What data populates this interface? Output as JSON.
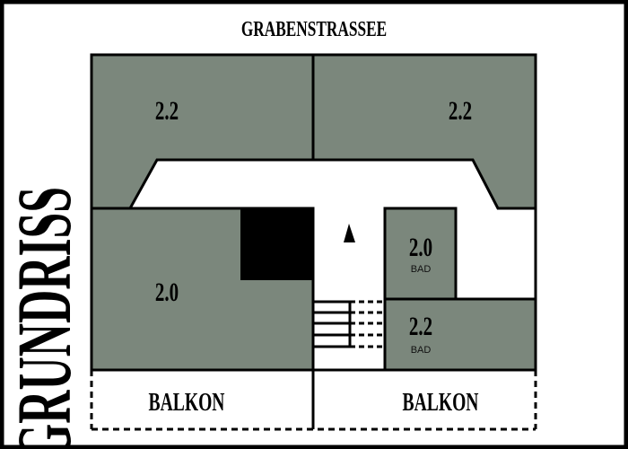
{
  "title": "GRABENSTRASSEE",
  "side_title": "GRUNDRISS",
  "colors": {
    "room": "#7b877c",
    "wall": "#000000",
    "background": "#ffffff"
  },
  "rooms": [
    {
      "id": "top-left",
      "value": "2.2"
    },
    {
      "id": "top-right",
      "value": "2.2"
    },
    {
      "id": "left",
      "value": "2.0"
    },
    {
      "id": "bath-upper",
      "value": "2.0",
      "label": "BAD"
    },
    {
      "id": "bath-lower",
      "value": "2.2",
      "label": "BAD"
    }
  ],
  "balconies": [
    {
      "label": "BALKON"
    },
    {
      "label": "BALKON"
    }
  ],
  "icons": {
    "stair_direction": "up-arrow-icon"
  }
}
